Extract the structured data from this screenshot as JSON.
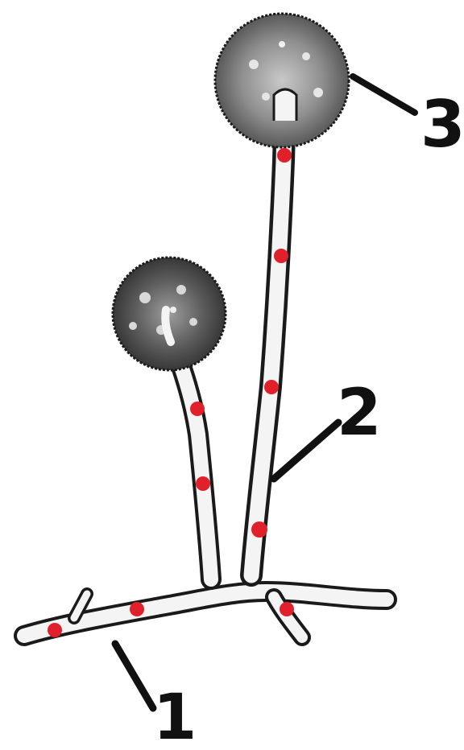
{
  "diagram": {
    "labels": {
      "one": "1",
      "two": "2",
      "three": "3"
    },
    "colors": {
      "ink": "#1a1a1a",
      "hypha_fill": "#f4f4f4",
      "spore_fill": "#9a9a9a",
      "spore_dark": "#3a3a3a",
      "septum_marker": "#e0202a"
    }
  }
}
